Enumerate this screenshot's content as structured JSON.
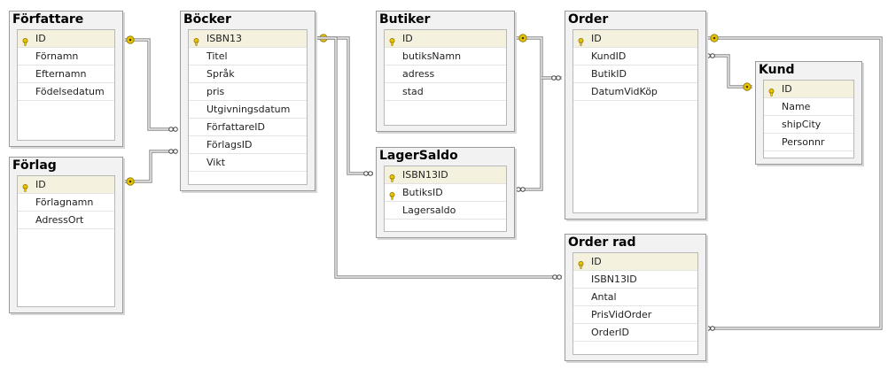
{
  "tables": {
    "forfattare": {
      "name": "Författare",
      "columns": [
        "ID",
        "Förnamn",
        "Efternamn",
        "Födelsedatum"
      ]
    },
    "forlag": {
      "name": "Förlag",
      "columns": [
        "ID",
        "Förlagnamn",
        "AdressOrt"
      ]
    },
    "bocker": {
      "name": "Böcker",
      "columns": [
        "ISBN13",
        "Titel",
        "Språk",
        "pris",
        "Utgivningsdatum",
        "FörfattareID",
        "FörlagsID",
        "Vikt"
      ]
    },
    "butiker": {
      "name": "Butiker",
      "columns": [
        "ID",
        "butiksNamn",
        "adress",
        "stad"
      ]
    },
    "lagersaldo": {
      "name": "LagerSaldo",
      "columns": [
        "ISBN13ID",
        "ButiksID",
        "Lagersaldo"
      ]
    },
    "order": {
      "name": "Order",
      "columns": [
        "ID",
        "KundID",
        "ButikID",
        "DatumVidKöp"
      ]
    },
    "kund": {
      "name": "Kund",
      "columns": [
        "ID",
        "Name",
        "shipCity",
        "Personnr"
      ]
    },
    "orderrad": {
      "name": "Order rad",
      "columns": [
        "ID",
        "ISBN13ID",
        "Antal",
        "PrisVidOrder",
        "OrderID"
      ]
    }
  },
  "primary_keys": {
    "forfattare": [
      "ID"
    ],
    "forlag": [
      "ID"
    ],
    "bocker": [
      "ISBN13"
    ],
    "butiker": [
      "ID"
    ],
    "lagersaldo": [
      "ISBN13ID",
      "ButiksID"
    ],
    "order": [
      "ID"
    ],
    "kund": [
      "ID"
    ],
    "orderrad": [
      "ID"
    ]
  },
  "relationships": [
    {
      "one": "Författare.ID",
      "many": "Böcker.FörfattareID"
    },
    {
      "one": "Förlag.ID",
      "many": "Böcker.FörlagsID"
    },
    {
      "one": "Böcker.ISBN13",
      "many": "LagerSaldo.ISBN13ID"
    },
    {
      "one": "Böcker.ISBN13",
      "many": "Order rad.ISBN13ID"
    },
    {
      "one": "Butiker.ID",
      "many": "LagerSaldo.ButiksID"
    },
    {
      "one": "Butiker.ID",
      "many": "Order.ButikID"
    },
    {
      "one": "Kund.ID",
      "many": "Order.KundID"
    },
    {
      "one": "Order.ID",
      "many": "Order rad.OrderID"
    }
  ],
  "colors": {
    "key": "#e8c400",
    "line": "#8a8a8a",
    "header_bg": "#f2f2f2",
    "selected_row": "#f4f1de"
  }
}
